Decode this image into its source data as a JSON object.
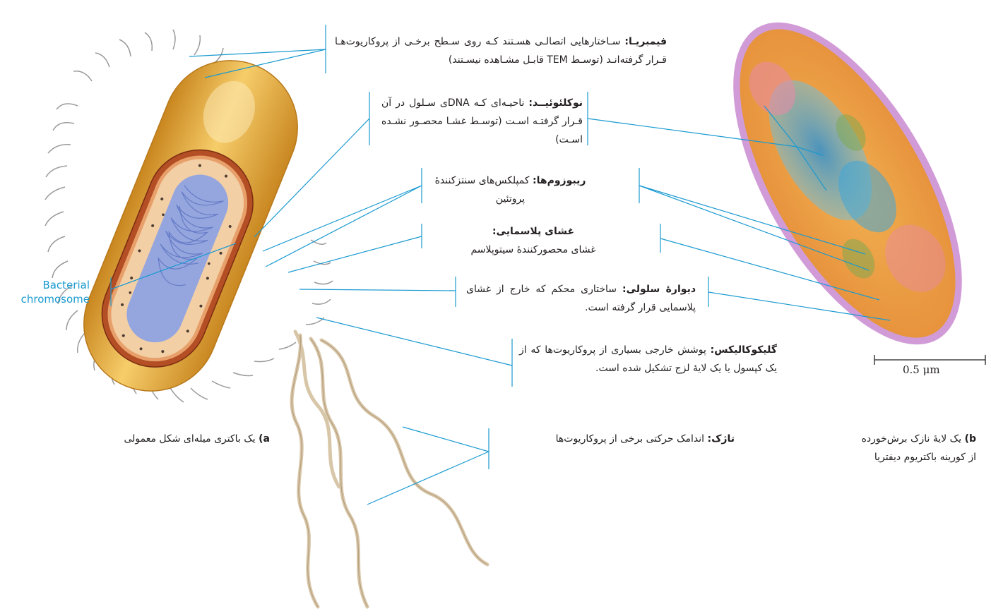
{
  "labels": {
    "fimbriae_term": "فیمبریـا:",
    "fimbriae_desc": " سـاختارهایی اتصالـی هسـتند کـه روی سـطح برخـی از پروکاریوت‌هـا قـرار گرفته‌انـد (توسـط TEM قابـل مشـاهده نیسـتند)",
    "nucleoid_term": "نوکلئوئیــد:",
    "nucleoid_desc": " ناحیـه‌ای کـه DNAی سـلول در آن قـرار گرفتـه اسـت (توسـط غشـا محصـور نشـده اسـت)",
    "ribosomes_term": "ریبوزوم‌ها:",
    "ribosomes_desc": " کمپلکس‌های سنتزکنندهٔ پروتئین",
    "plasma_term": "غشای پلاسمایی:",
    "plasma_desc": "غشای محصورکنندهٔ سیتوپلاسم",
    "wall_term": "دیوارهٔ سلولی:",
    "wall_desc": " ساختاری محکم که خارج از غشای پلاسمایی قرار گرفته است.",
    "glyco_term": "گلیکوکالیکس:",
    "glyco_desc": " پوشش خارجی بسیاری از پروکاریوت‌ها که از یک کپسول یا یک لایهٔ لزج تشکیل شده است.",
    "flagella_term": "تاژک:",
    "flagella_desc": " اندامک حرکتی برخی از پروکاریوت‌ها",
    "chromosome_line1": "Bacterial",
    "chromosome_line2": "chromosome"
  },
  "captions": {
    "a_letter": "a)",
    "a_text": " یک باکتری میله‌ای شکل معمولی",
    "b_letter": "b)",
    "b_text_line1": " یک لایهٔ نازک برش‌خورده",
    "b_text_line2": "از کورینه باکتریوم دیفتریا"
  },
  "scale_bar": {
    "label": "0.5 μm"
  },
  "colors": {
    "leader_line": "#1a9ad0",
    "capsule": "#e8a93a",
    "cell_wall": "#a0421e",
    "cytoplasm": "#f1c9a0",
    "nucleoid": "#8fa3e0",
    "micrograph_base": "#f0a040",
    "micrograph_stain": "#3fa6d8"
  }
}
